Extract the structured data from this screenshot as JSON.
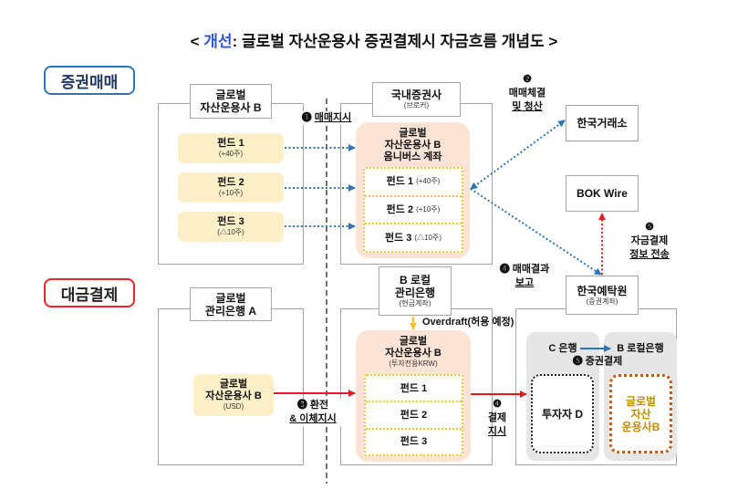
{
  "title": {
    "open": "<",
    "highlight": "개선",
    "colon": ":",
    "text": "글로벌 자산운용사 증권결제시 자금흐름 개념도",
    "close": ">"
  },
  "colors": {
    "title_highlight": "#2f55d4",
    "securities_border": "#2e75b6",
    "payment_border": "#e8262b",
    "fund_fill": "#fdefc8",
    "omnibus_fill": "#fbe4d6",
    "dotted_gold": "#f4c430",
    "flow_blue": "#2e75b6",
    "flow_red": "#e02020",
    "bank_gray": "#e6e6e6",
    "investor_orange": "#c55a11",
    "investor_text": "#bf8f00"
  },
  "sections": {
    "securities_trading": "증권매매",
    "payment_settlement": "대금결제"
  },
  "securities": {
    "asset_manager": {
      "line1": "글로벌",
      "line2": "자산운용사 B",
      "funds": [
        {
          "name": "펀드 1",
          "qty": "(+40주)"
        },
        {
          "name": "펀드 2",
          "qty": "(+10주)"
        },
        {
          "name": "펀드 3",
          "qty": "(△10주)"
        }
      ]
    },
    "broker": {
      "title": "국내증권사",
      "subtitle": "(브로커)"
    },
    "omnibus": {
      "line1": "글로벌",
      "line2": "자산운용사 B",
      "line3": "옴니버스 계좌",
      "funds": [
        {
          "name": "펀드 1",
          "qty": "(+40주)"
        },
        {
          "name": "펀드 2",
          "qty": "(+10주)"
        },
        {
          "name": "펀드 3",
          "qty": "(△10주)"
        }
      ]
    },
    "exchange": "한국거래소",
    "bok_wire": "BOK Wire",
    "depository": {
      "title": "한국예탁원",
      "subtitle": "(증권계좌)"
    }
  },
  "payment": {
    "global_custodian": {
      "line1": "글로벌",
      "line2": "관리은행 A"
    },
    "usd_account": {
      "line1": "글로벌",
      "line2": "자산운용사 B",
      "line3": "(USD)"
    },
    "local_custodian": {
      "line1": "B 로컬",
      "line2": "관리은행",
      "line3": "(현금계좌)"
    },
    "overdraft": "Overdraft(허용 예정)",
    "krw_account": {
      "line1": "글로벌",
      "line2": "자산운용사 B",
      "line3": "(투자전용KRW)",
      "funds": [
        "펀드 1",
        "펀드 2",
        "펀드 3"
      ]
    },
    "bank_c": {
      "name": "C 은행",
      "investor": "투자자 D"
    },
    "bank_b_local": {
      "name": "B 로컬은행",
      "investor_lines": [
        "글로벌",
        "자산",
        "운용사B"
      ]
    }
  },
  "steps": {
    "s1": {
      "num": "❶",
      "lines": [
        "매매지시"
      ]
    },
    "s2": {
      "num": "❷",
      "lines": [
        "매매체결",
        "및 청산"
      ]
    },
    "s3": {
      "num": "❸",
      "lines": [
        "환전",
        "& 이체지시"
      ]
    },
    "s4a": {
      "num": "❹",
      "lines": [
        "매매결과",
        "보고"
      ]
    },
    "s4b": {
      "num": "❹",
      "lines": [
        "결제",
        "지시"
      ]
    },
    "s5a": {
      "num": "❺",
      "lines": [
        "자금결제",
        "정보 전송"
      ]
    },
    "s5b": {
      "num": "❺",
      "lines": [
        "증권결제"
      ]
    }
  }
}
